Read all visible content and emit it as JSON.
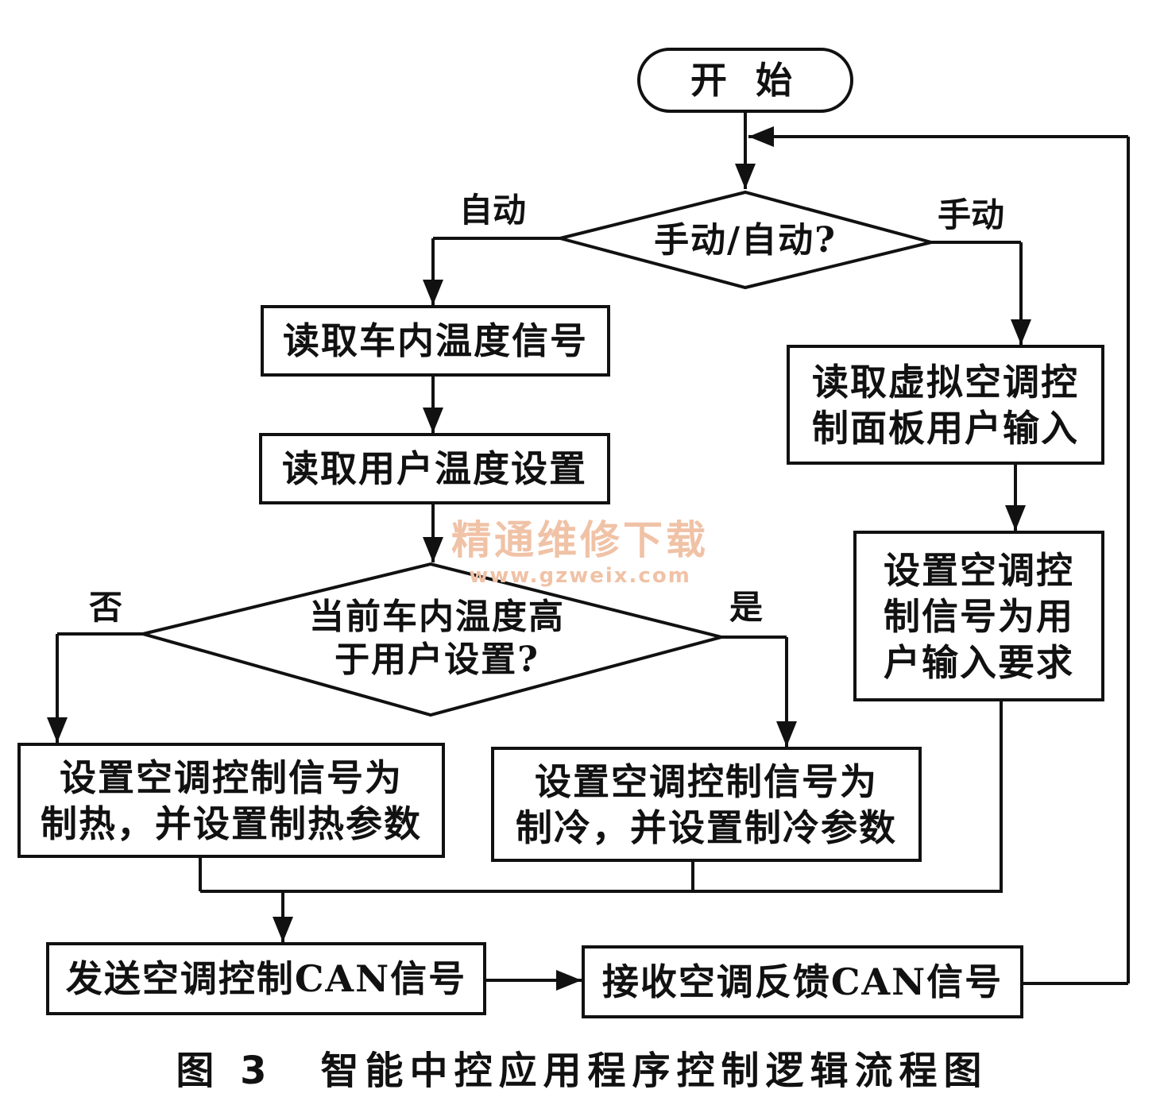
{
  "flowchart": {
    "start": "开 始",
    "decision_mode": "手动/自动?",
    "label_auto": "自动",
    "label_manual": "手动",
    "read_cabin_temp": "读取车内温度信号",
    "read_user_temp": "读取用户温度设置",
    "decision_temp": "当前车内温度高\n于用户设置?",
    "label_no": "否",
    "label_yes": "是",
    "set_heating": "设置空调控制信号为\n制热，并设置制热参数",
    "set_cooling": "设置空调控制信号为\n制冷，并设置制冷参数",
    "read_virtual_panel": "读取虚拟空调控\n制面板用户输入",
    "set_user_signal": "设置空调控\n制信号为用\n户输入要求",
    "send_can": "发送空调控制CAN信号",
    "receive_can": "接收空调反馈CAN信号"
  },
  "watermark": {
    "line1": "精通维修下载",
    "line2": "www.gzweix.com"
  },
  "caption": {
    "figure": "图 3",
    "title": "智能中控应用程序控制逻辑流程图"
  }
}
